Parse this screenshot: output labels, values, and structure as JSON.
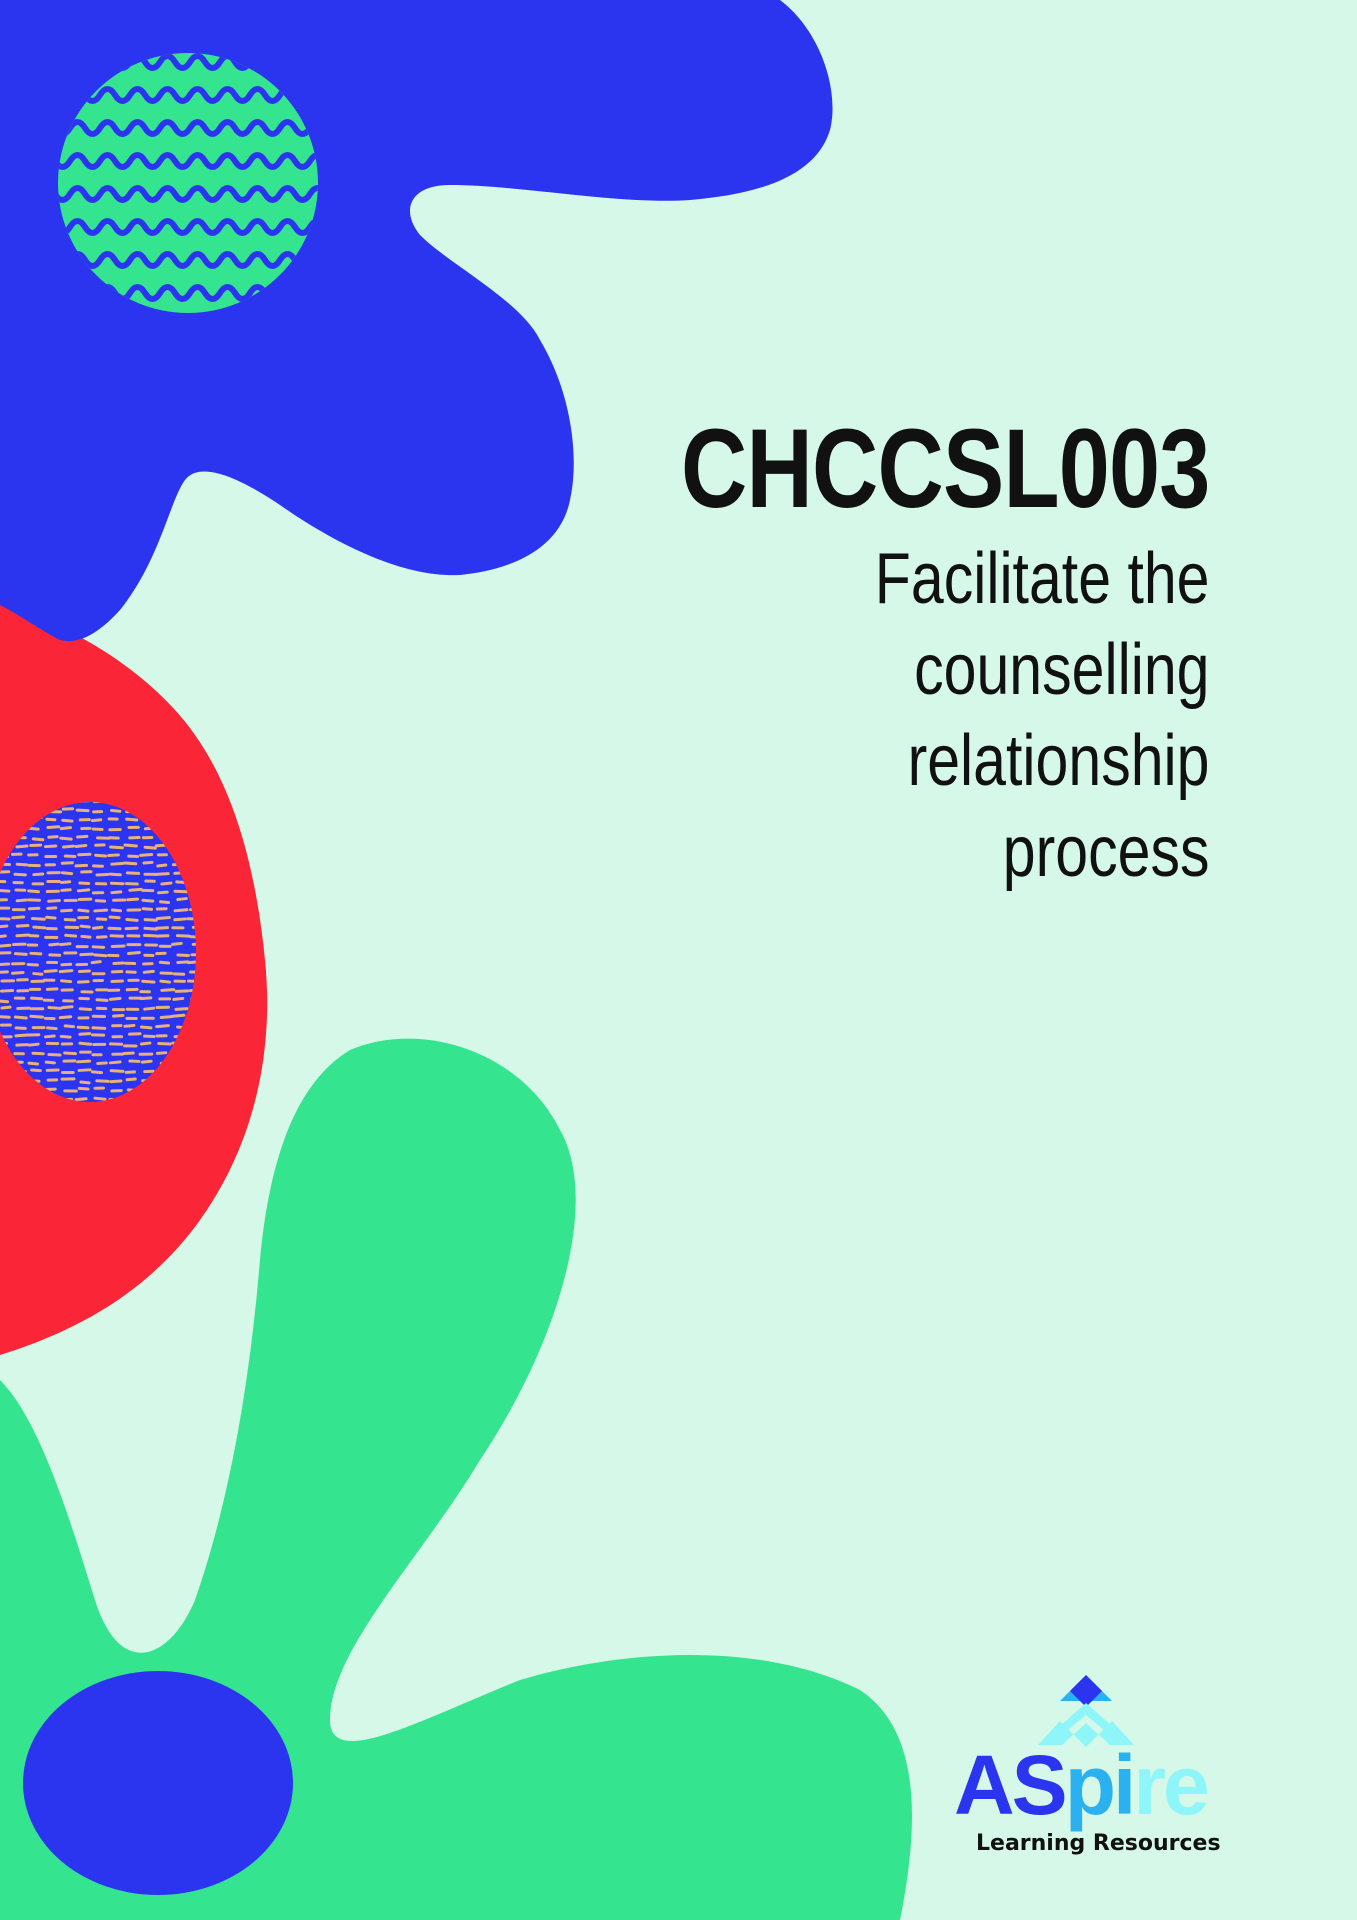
{
  "cover": {
    "code": "CHCCSL003",
    "subtitle_lines": [
      "Facilitate the",
      "counselling",
      "relationship",
      "process"
    ]
  },
  "logo": {
    "word_part1": "AS",
    "word_part2": "pi",
    "word_part3": "re",
    "tagline": "Learning Resources"
  },
  "colors": {
    "background": "#d6f8e8",
    "blue": "#2b35f0",
    "red": "#fa2638",
    "green": "#35e48e",
    "text": "#111111"
  }
}
